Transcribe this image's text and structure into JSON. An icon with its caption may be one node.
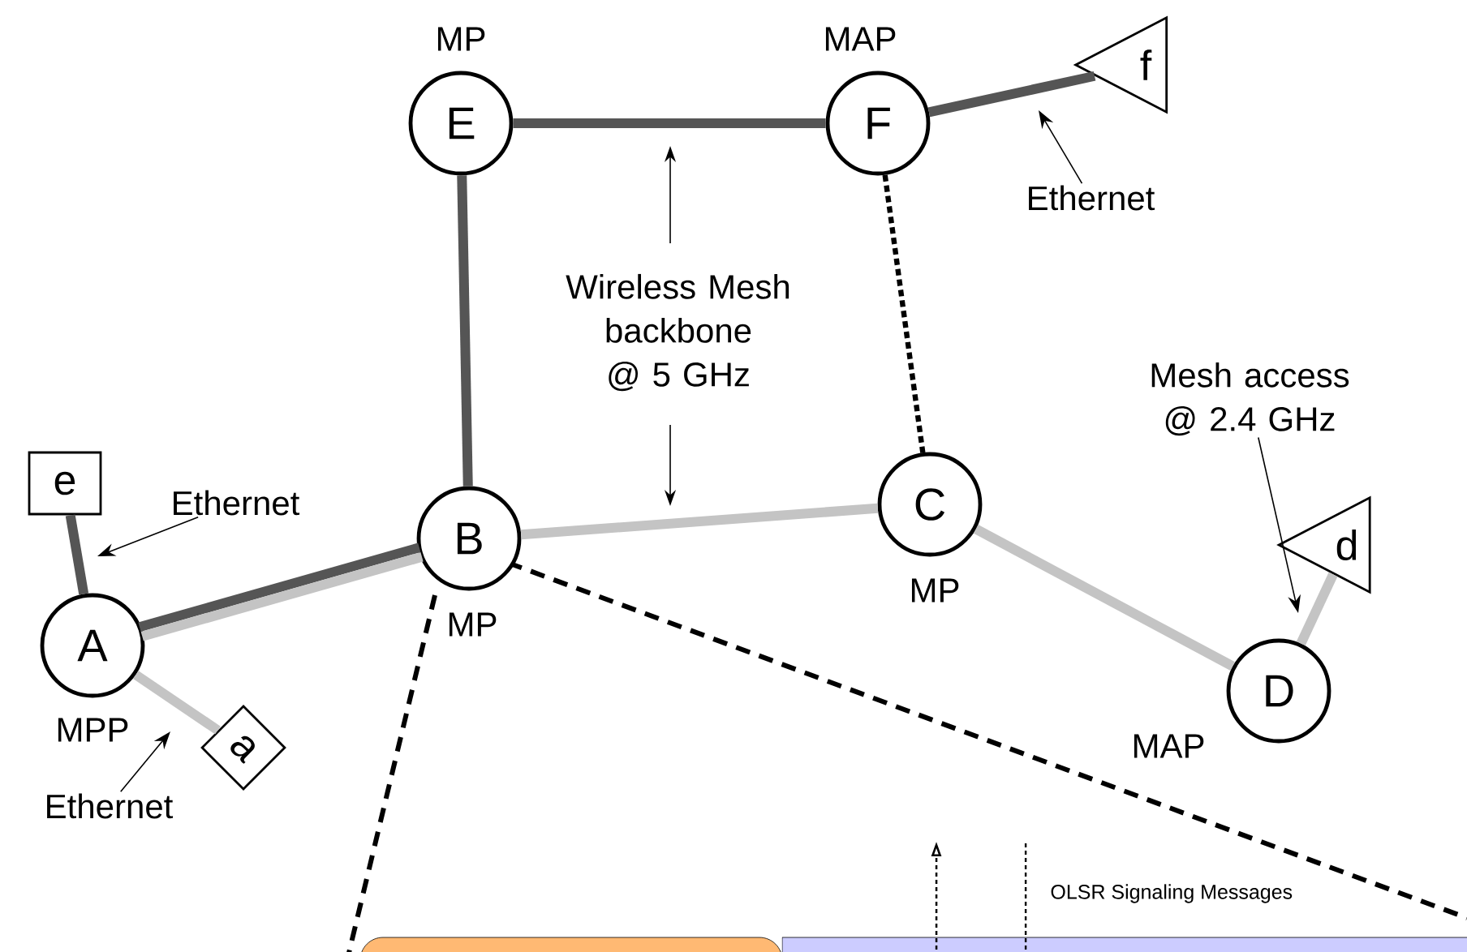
{
  "diagram": {
    "nodes": [
      {
        "text": [
          "A"
        ],
        "beside": [
          "MPP"
        ]
      },
      {
        "text": [
          "B"
        ],
        "beside": [
          "MP"
        ]
      },
      {
        "text": [
          "C"
        ],
        "beside": [
          "MP"
        ]
      },
      {
        "text": [
          "D"
        ],
        "beside": [
          "MAP"
        ]
      },
      {
        "text": [
          "E"
        ],
        "beside": [
          "MP"
        ]
      },
      {
        "text": [
          "F"
        ],
        "beside": [
          "MAP"
        ]
      },
      {
        "text": [
          "e"
        ]
      },
      {
        "text": [
          "a"
        ]
      },
      {
        "text": [
          "d"
        ]
      },
      {
        "text": [
          "f"
        ]
      },
      {
        "text": [
          "Ethernet"
        ]
      },
      {
        "text": [
          "Ethernet"
        ]
      },
      {
        "text": [
          "Ethernet"
        ]
      },
      {
        "text": [
          "Mesh access @ 2.4 GHz"
        ]
      }
    ],
    "edges": [
      {
        "from": 0,
        "to": 1,
        "arrow": "none",
        "color": "#555555"
      },
      {
        "from": 0,
        "to": 1,
        "arrow": "none",
        "color": "#c4c4c4"
      },
      {
        "from": 1,
        "to": 4,
        "arrow": "none",
        "color": "#555555"
      },
      {
        "from": 4,
        "to": 5,
        "arrow": "none",
        "color": "#555555"
      },
      {
        "from": 5,
        "to": 2,
        "arrow": "none",
        "style": "dashed",
        "color": "#000000"
      },
      {
        "from": 1,
        "to": 2,
        "arrow": "none",
        "color": "#c4c4c4"
      },
      {
        "from": 2,
        "to": 3,
        "arrow": "none",
        "color": "#c4c4c4"
      },
      {
        "from": 3,
        "to": 8,
        "arrow": "none",
        "color": "#c4c4c4"
      },
      {
        "from": 0,
        "to": 6,
        "arrow": "none",
        "color": "#555555"
      },
      {
        "from": 0,
        "to": 7,
        "arrow": "none",
        "color": "#c4c4c4"
      },
      {
        "from": 5,
        "to": 9,
        "arrow": "none",
        "color": "#555555"
      },
      {
        "from": 10,
        "to": null,
        "arrow": "to"
      },
      {
        "from": 11,
        "to": null,
        "arrow": "to"
      },
      {
        "from": 12,
        "to": null,
        "arrow": "to"
      },
      {
        "from": 13,
        "to": null,
        "arrow": "to"
      }
    ],
    "labels": [
      "Wireless Mesh backbone @ 5 GHz",
      "OLSR Signaling Messages"
    ]
  }
}
